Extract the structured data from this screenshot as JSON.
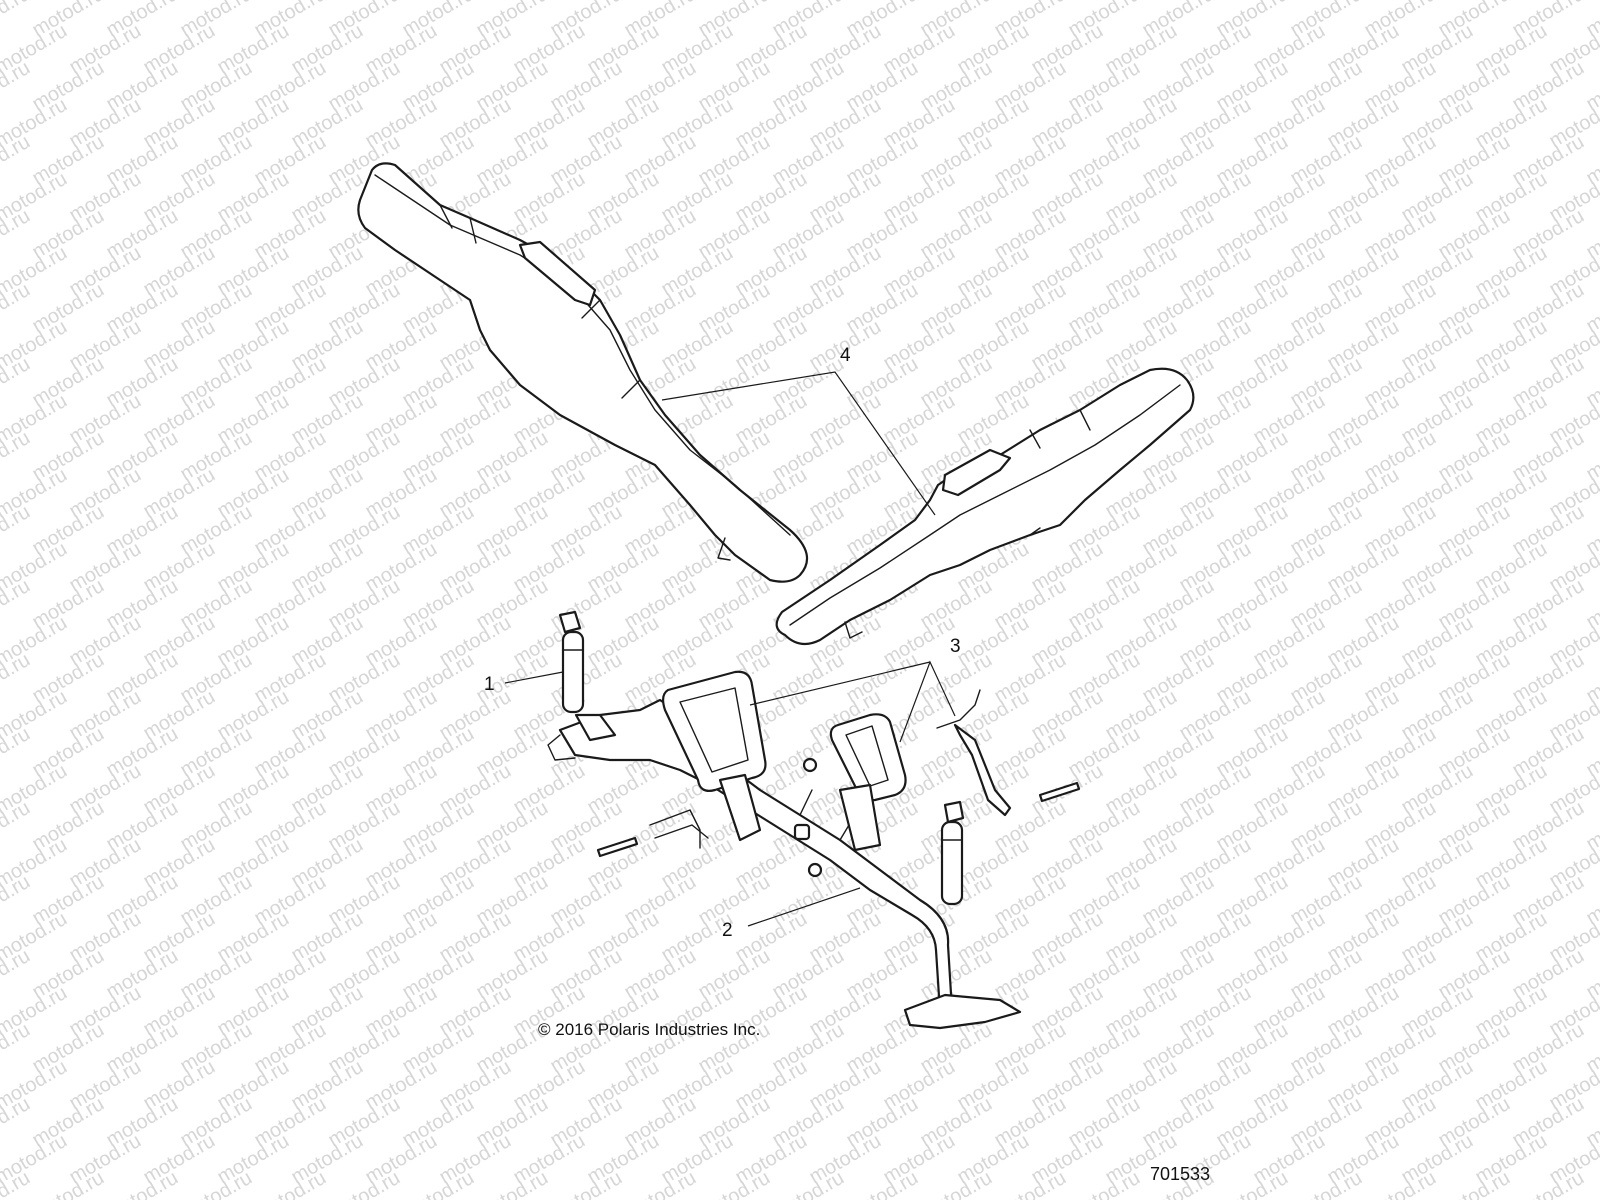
{
  "watermark": {
    "text": "motod.ru",
    "color": "#d6d6d6"
  },
  "callouts": {
    "c1": "1",
    "c2": "2",
    "c3": "3",
    "c4": "4"
  },
  "copyright": "© 2016 Polaris Industries Inc.",
  "figure_number": "701533"
}
